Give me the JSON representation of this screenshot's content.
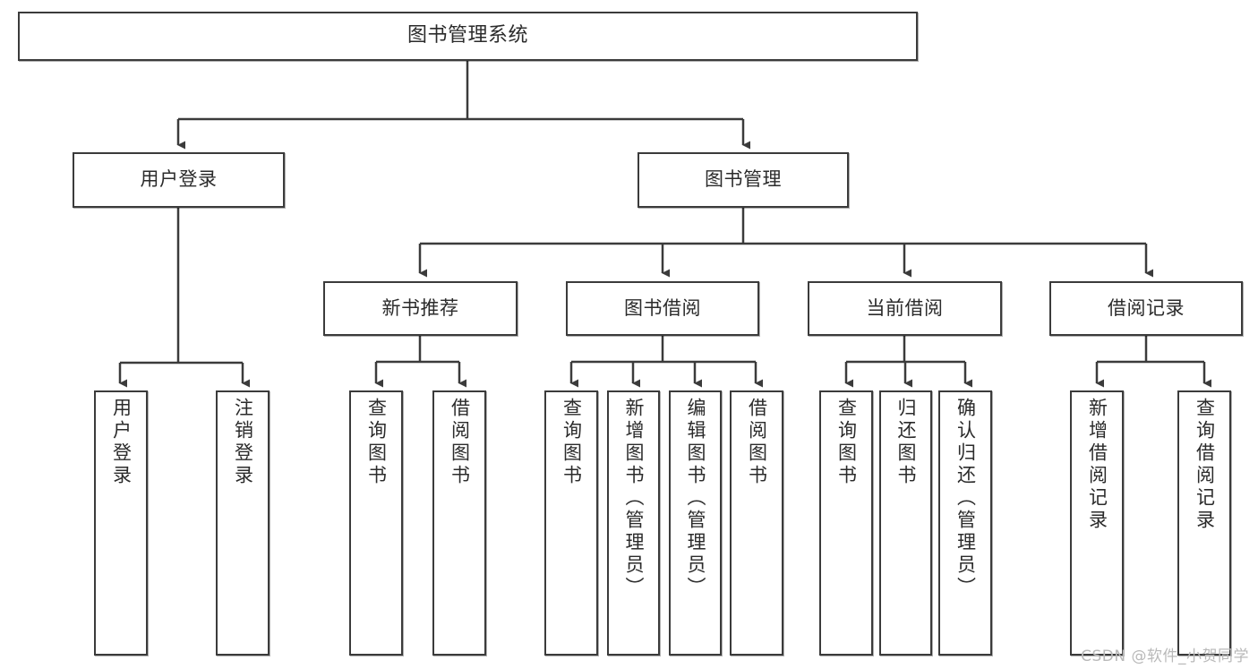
{
  "diagram": {
    "title": "图书管理系统",
    "type": "tree-hierarchy-chart",
    "root": {
      "label": "图书管理系统"
    },
    "level1": [
      {
        "label": "用户登录"
      },
      {
        "label": "图书管理"
      }
    ],
    "level2": [
      {
        "label": "新书推荐"
      },
      {
        "label": "图书借阅"
      },
      {
        "label": "当前借阅"
      },
      {
        "label": "借阅记录"
      }
    ],
    "leaves": {
      "user_login": [
        {
          "label": "用户登录"
        },
        {
          "label": "注销登录"
        }
      ],
      "new_book_recommend": [
        {
          "label": "查询图书"
        },
        {
          "label": "借阅图书"
        }
      ],
      "book_borrow": [
        {
          "label": "查询图书"
        },
        {
          "label": "新增图书（管理员）"
        },
        {
          "label": "编辑图书（管理员）"
        },
        {
          "label": "借阅图书"
        }
      ],
      "current_borrow": [
        {
          "label": "查询图书"
        },
        {
          "label": "归还图书"
        },
        {
          "label": "确认归还（管理员）"
        }
      ],
      "borrow_record": [
        {
          "label": "新增借阅记录"
        },
        {
          "label": "查询借阅记录"
        }
      ]
    }
  },
  "watermark": {
    "text": "CSDN @软件_小贺同学"
  },
  "colors": {
    "box_border": "#3b3b3b",
    "box_fill": "#ffffff",
    "text": "#2b2b2b",
    "connector": "#3b3b3b",
    "watermark": "#b9b9b9"
  }
}
